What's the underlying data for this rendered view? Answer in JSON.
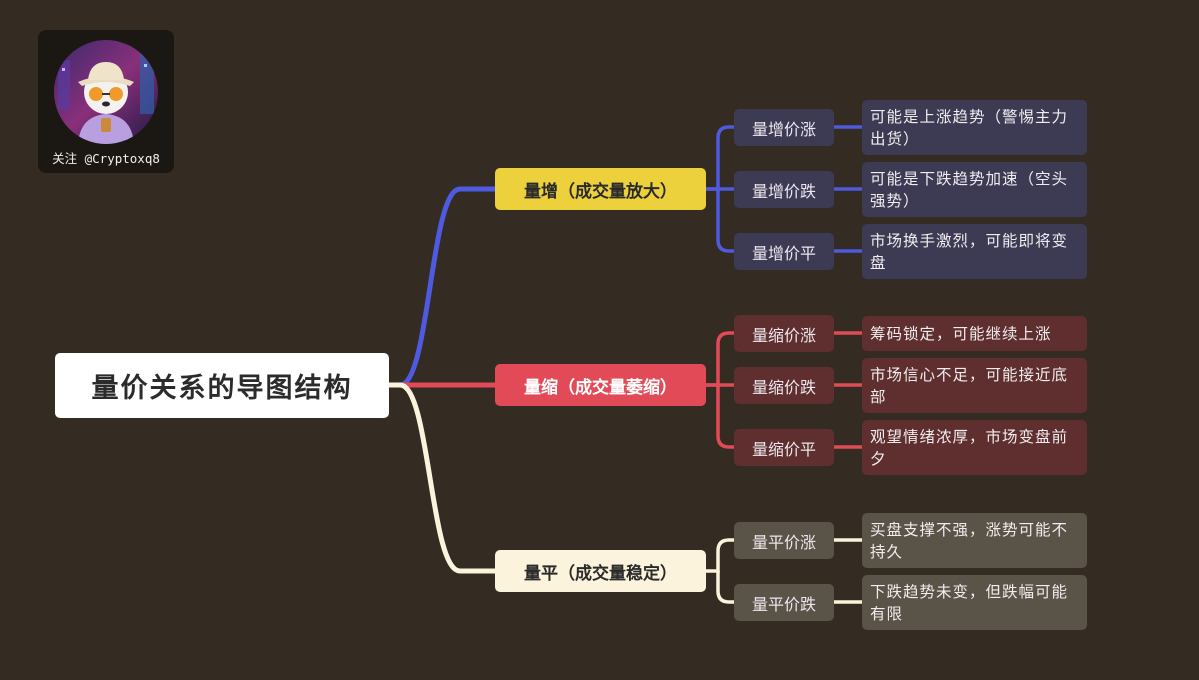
{
  "avatar": {
    "handle": "关注 @Cryptoxq8"
  },
  "root": {
    "label": "量价关系的导图结构"
  },
  "colors": {
    "background": "#342b23",
    "increase": "#4e5ae0",
    "decrease": "#e24a57",
    "flat": "#fbf3db",
    "increase_node": "#ecd13c"
  },
  "branches": [
    {
      "label": "量增（成交量放大）",
      "children": [
        {
          "label": "量增价涨",
          "desc": "可能是上涨趋势（警惕主力出货）"
        },
        {
          "label": "量增价跌",
          "desc": "可能是下跌趋势加速（空头强势）"
        },
        {
          "label": "量增价平",
          "desc": "市场换手激烈，可能即将变盘"
        }
      ]
    },
    {
      "label": "量缩（成交量萎缩）",
      "children": [
        {
          "label": "量缩价涨",
          "desc": "筹码锁定，可能继续上涨"
        },
        {
          "label": "量缩价跌",
          "desc": "市场信心不足，可能接近底部"
        },
        {
          "label": "量缩价平",
          "desc": "观望情绪浓厚，市场变盘前夕"
        }
      ]
    },
    {
      "label": "量平（成交量稳定）",
      "children": [
        {
          "label": "量平价涨",
          "desc": "买盘支撑不强，涨势可能不持久"
        },
        {
          "label": "量平价跌",
          "desc": "下跌趋势未变，但跌幅可能有限"
        }
      ]
    }
  ]
}
